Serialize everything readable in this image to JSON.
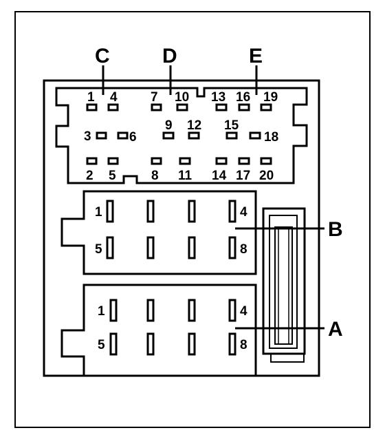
{
  "labels": {
    "C": "C",
    "D": "D",
    "E": "E",
    "B": "B",
    "A": "A"
  },
  "top_connector": {
    "top_row": [
      "1",
      "4",
      "7",
      "10",
      "13",
      "16",
      "19"
    ],
    "mid_row_left": [
      "3",
      "6"
    ],
    "mid_row_center": [
      "9",
      "12"
    ],
    "mid_row_right": [
      "15",
      "18"
    ],
    "bottom_row": [
      "2",
      "5",
      "8",
      "11",
      "14",
      "17",
      "20"
    ]
  },
  "connector_b": {
    "pins": [
      "1",
      "4",
      "5",
      "8"
    ]
  },
  "connector_a": {
    "pins": [
      "1",
      "4",
      "5",
      "8"
    ]
  },
  "colors": {
    "line": "#000000",
    "background": "#ffffff"
  }
}
